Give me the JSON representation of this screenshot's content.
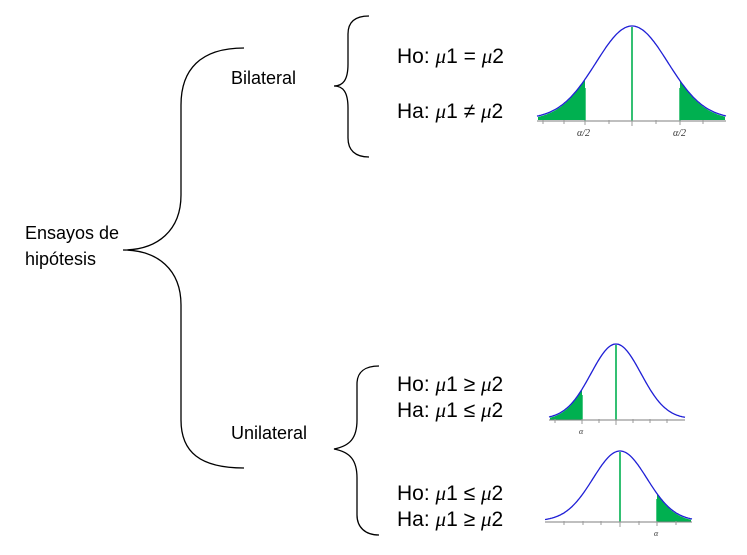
{
  "root": {
    "line1": "Ensayos de",
    "line2": "hipótesis"
  },
  "bilateral": {
    "label": "Bilateral",
    "ho": {
      "prefix": "Ho: ",
      "mu": "μ",
      "mid": "1 = ",
      "mu2": "μ",
      "end": "2"
    },
    "ha": {
      "prefix": "Ha: ",
      "mu": "μ",
      "mid": "1 ≠ ",
      "mu2": "μ",
      "end": "2"
    },
    "chart": {
      "tick_left": "α/2",
      "tick_right": "α/2"
    }
  },
  "unilateral": {
    "label": "Unilateral",
    "case1": {
      "ho": {
        "prefix": "Ho: ",
        "mu": "μ",
        "mid": "1 ≥ ",
        "mu2": "μ",
        "end": "2"
      },
      "ha": {
        "prefix": "Ha: ",
        "mu": "μ",
        "mid": "1 ≤ ",
        "mu2": "μ",
        "end": "2"
      },
      "chart": {
        "tick": "α"
      }
    },
    "case2": {
      "ho": {
        "prefix": "Ho: ",
        "mu": "μ",
        "mid": "1 ≤ ",
        "mu2": "μ",
        "end": "2"
      },
      "ha": {
        "prefix": "Ha: ",
        "mu": "μ",
        "mid": "1 ≥ ",
        "mu2": "μ",
        "end": "2"
      },
      "chart": {
        "tick": "α"
      }
    }
  },
  "colors": {
    "curve": "#1f1fd6",
    "fill": "#00b050",
    "axis": "#7f7f7f",
    "bracket": "#000000"
  }
}
